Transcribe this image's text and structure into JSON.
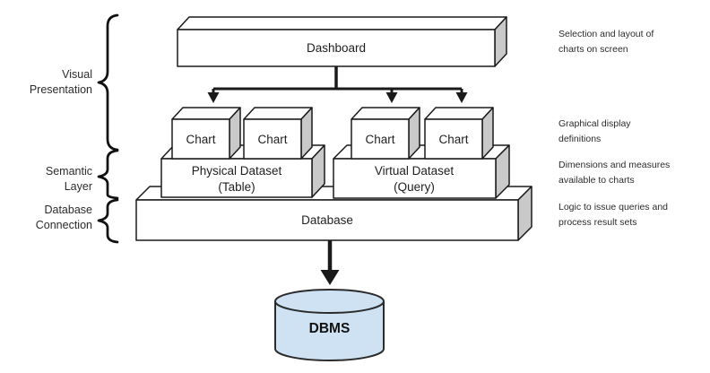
{
  "diagram": {
    "dashboard": {
      "label": "Dashboard"
    },
    "charts": [
      "Chart",
      "Chart",
      "Chart",
      "Chart"
    ],
    "physical_dataset": {
      "line1": "Physical Dataset",
      "line2": "(Table)"
    },
    "virtual_dataset": {
      "line1": "Virtual Dataset",
      "line2": "(Query)"
    },
    "database": {
      "label": "Database"
    },
    "dbms": {
      "label": "DBMS"
    }
  },
  "layers": [
    {
      "line1": "Visual",
      "line2": "Presentation"
    },
    {
      "line1": "Semantic",
      "line2": "Layer"
    },
    {
      "line1": "Database",
      "line2": "Connection"
    }
  ],
  "annotations": [
    {
      "line1": "Selection and layout of",
      "line2": "charts on screen"
    },
    {
      "line1": "Graphical display",
      "line2": "definitions"
    },
    {
      "line1": "Dimensions and measures",
      "line2": "available to charts"
    },
    {
      "line1": "Logic to issue queries and",
      "line2": "process result sets"
    }
  ],
  "colors": {
    "box_side_gray": "#c9c9c9",
    "dbms_fill": "#cfe2f3",
    "outline": "#1a1a1a"
  }
}
